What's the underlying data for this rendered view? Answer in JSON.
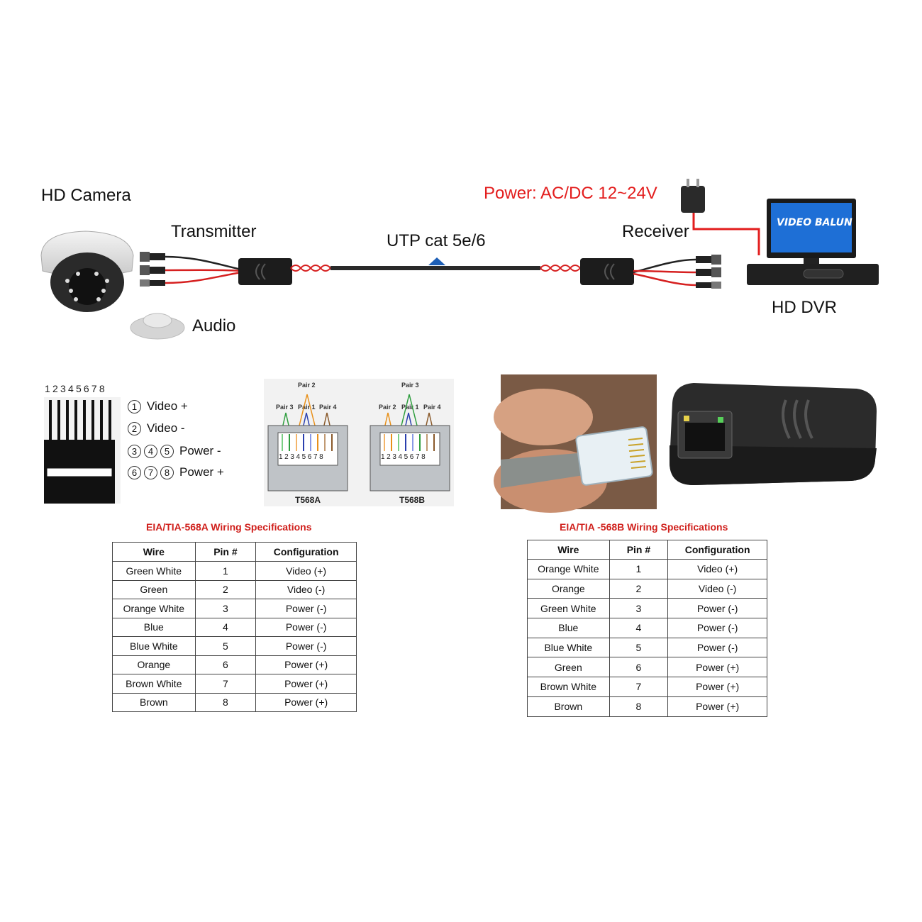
{
  "diagram": {
    "camera_label": "HD Camera",
    "transmitter_label": "Transmitter",
    "audio_label": "Audio",
    "cable_label": "UTP cat 5e/6",
    "power_label": "Power: AC/DC 12~24V",
    "receiver_label": "Receiver",
    "dvr_label": "HD DVR",
    "dvr_screen_text": "VIDEO BALUN"
  },
  "pinout": {
    "pin_numbers": "12345678",
    "legend": [
      {
        "pins": [
          "1"
        ],
        "label": "Video +"
      },
      {
        "pins": [
          "2"
        ],
        "label": "Video -"
      },
      {
        "pins": [
          "3",
          "4",
          "5"
        ],
        "label": "Power -"
      },
      {
        "pins": [
          "6",
          "7",
          "8"
        ],
        "label": "Power +"
      }
    ]
  },
  "jacks": {
    "t568a": {
      "label": "T568A",
      "pairs": [
        "Pair 2",
        "Pair 3",
        "Pair 1",
        "Pair 4"
      ],
      "pins": "12345678"
    },
    "t568b": {
      "label": "T568B",
      "pairs": [
        "Pair 3",
        "Pair 2",
        "Pair 1",
        "Pair 4"
      ],
      "pins": "12345678"
    }
  },
  "colors": {
    "accent_red": "#e31d1d",
    "spec_title_red": "#d0201c",
    "cable_red": "#d62020",
    "device_black": "#1c1c1c",
    "dvr_screen_blue": "#1e6fd6"
  },
  "spec_a": {
    "title": "EIA/TIA-568A Wiring Specifications",
    "headers": [
      "Wire",
      "Pin #",
      "Configuration"
    ],
    "rows": [
      [
        "Green White",
        "1",
        "Video (+)"
      ],
      [
        "Green",
        "2",
        "Video (-)"
      ],
      [
        "Orange White",
        "3",
        "Power (-)"
      ],
      [
        "Blue",
        "4",
        "Power (-)"
      ],
      [
        "Blue White",
        "5",
        "Power (-)"
      ],
      [
        "Orange",
        "6",
        "Power (+)"
      ],
      [
        "Brown White",
        "7",
        "Power (+)"
      ],
      [
        "Brown",
        "8",
        "Power (+)"
      ]
    ]
  },
  "spec_b": {
    "title": "EIA/TIA -568B Wiring Specifications",
    "headers": [
      "Wire",
      "Pin #",
      "Configuration"
    ],
    "rows": [
      [
        "Orange White",
        "1",
        "Video (+)"
      ],
      [
        "Orange",
        "2",
        "Video (-)"
      ],
      [
        "Green White",
        "3",
        "Power (-)"
      ],
      [
        "Blue",
        "4",
        "Power (-)"
      ],
      [
        "Blue White",
        "5",
        "Power (-)"
      ],
      [
        "Green",
        "6",
        "Power (+)"
      ],
      [
        "Brown White",
        "7",
        "Power (+)"
      ],
      [
        "Brown",
        "8",
        "Power (+)"
      ]
    ]
  }
}
